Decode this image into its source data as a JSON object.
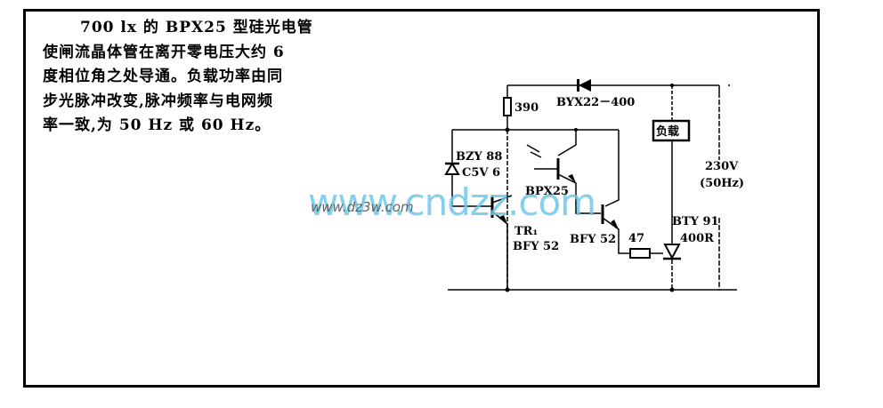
{
  "description": {
    "lines": [
      "700 lx 的 BPX25 型硅光电管",
      "使闸流晶体管在离开零电压大约 6",
      "度相位角之处导通。负载功率由同",
      "步光脉冲改变,脉冲频率与电网频",
      "率一致,为 50 Hz 或 60 Hz。"
    ]
  },
  "circuit": {
    "components": {
      "resistor_top": "390",
      "diode_top": "BYX22－400",
      "load": "负载",
      "supply_voltage": "230V",
      "supply_freq": "(50Hz)",
      "zener_line1": "BZY 88",
      "zener_line2": "C5V 6",
      "phototransistor": "BPX25",
      "tr1_line1": "TR₁",
      "tr1_line2": "BFY 52",
      "transistor2": "BFY 52",
      "resistor_gate": "47",
      "thyristor_line1": "BTY 91",
      "thyristor_line2": "400R"
    }
  },
  "watermark": {
    "main": "www.cndzz.com",
    "small": "www.dz3w.com"
  }
}
